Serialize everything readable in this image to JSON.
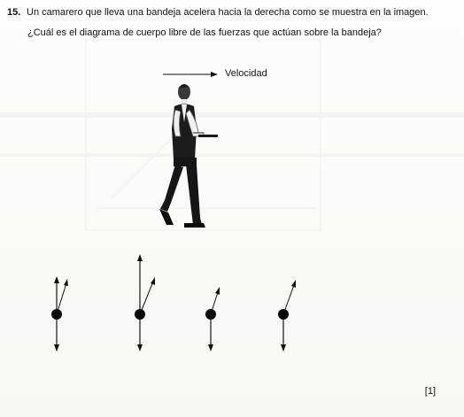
{
  "question": {
    "number": "15.",
    "statement": "Un camarero que lleva una bandeja acelera hacia la derecha como se muestra en la imagen.",
    "prompt": "¿Cuál es el diagrama de cuerpo libre de las fuerzas que actúan sobre la bandeja?"
  },
  "figure": {
    "velocity_label": "Velocidad",
    "velocity_arrow_icon": "arrow-right-icon",
    "waiter_icon": "waiter-carrying-tray-icon"
  },
  "options": [
    {
      "id": "option-1",
      "icon": "free-body-diagram-icon"
    },
    {
      "id": "option-2",
      "icon": "free-body-diagram-icon"
    },
    {
      "id": "option-3",
      "icon": "free-body-diagram-icon"
    },
    {
      "id": "option-4",
      "icon": "free-body-diagram-icon"
    }
  ],
  "marks": "[1]"
}
